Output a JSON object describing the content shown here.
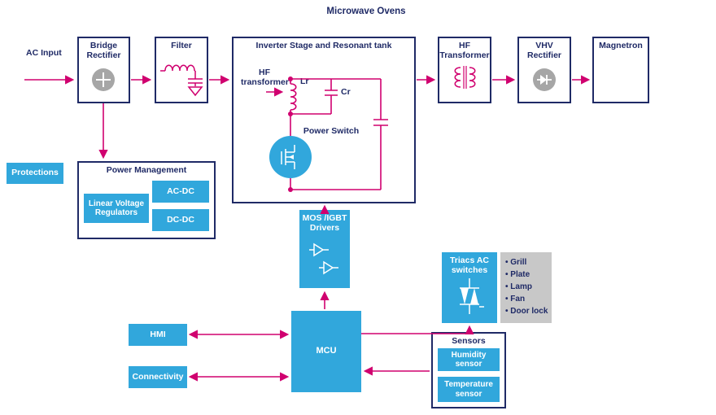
{
  "title": "Microwave Ovens",
  "nodes": {
    "ac_input": "AC Input",
    "bridge_rectifier": "Bridge Rectifier",
    "filter": "Filter",
    "inverter_title": "Inverter Stage and Resonant tank",
    "hf_transformer_inner": "HF transformer",
    "lr": "Lr",
    "cr": "Cr",
    "power_switch": "Power Switch",
    "hf_transformer": "HF Transformer",
    "vhv_rectifier": "VHV Rectifier",
    "magnetron": "Magnetron",
    "protections": "Protections",
    "power_management": "Power Management",
    "linear_voltage_regulators": "Linear Voltage Regulators",
    "ac_dc": "AC-DC",
    "dc_dc": "DC-DC",
    "drivers": "MOS /IGBT Drivers",
    "mcu": "MCU",
    "hmi": "HMI",
    "connectivity": "Connectivity",
    "triacs": "Triacs AC switches",
    "sensors": "Sensors",
    "humidity_sensor": "Humidity sensor",
    "temperature_sensor": "Temperature sensor"
  },
  "loads": [
    "Grill",
    "Plate",
    "Lamp",
    "Fan",
    "Door lock"
  ],
  "colors": {
    "navy": "#1f2a66",
    "accent_blue": "#31a7dc",
    "magenta": "#d0006f",
    "icon_gray": "#a6a6a6",
    "list_gray": "#c8c8c8"
  }
}
